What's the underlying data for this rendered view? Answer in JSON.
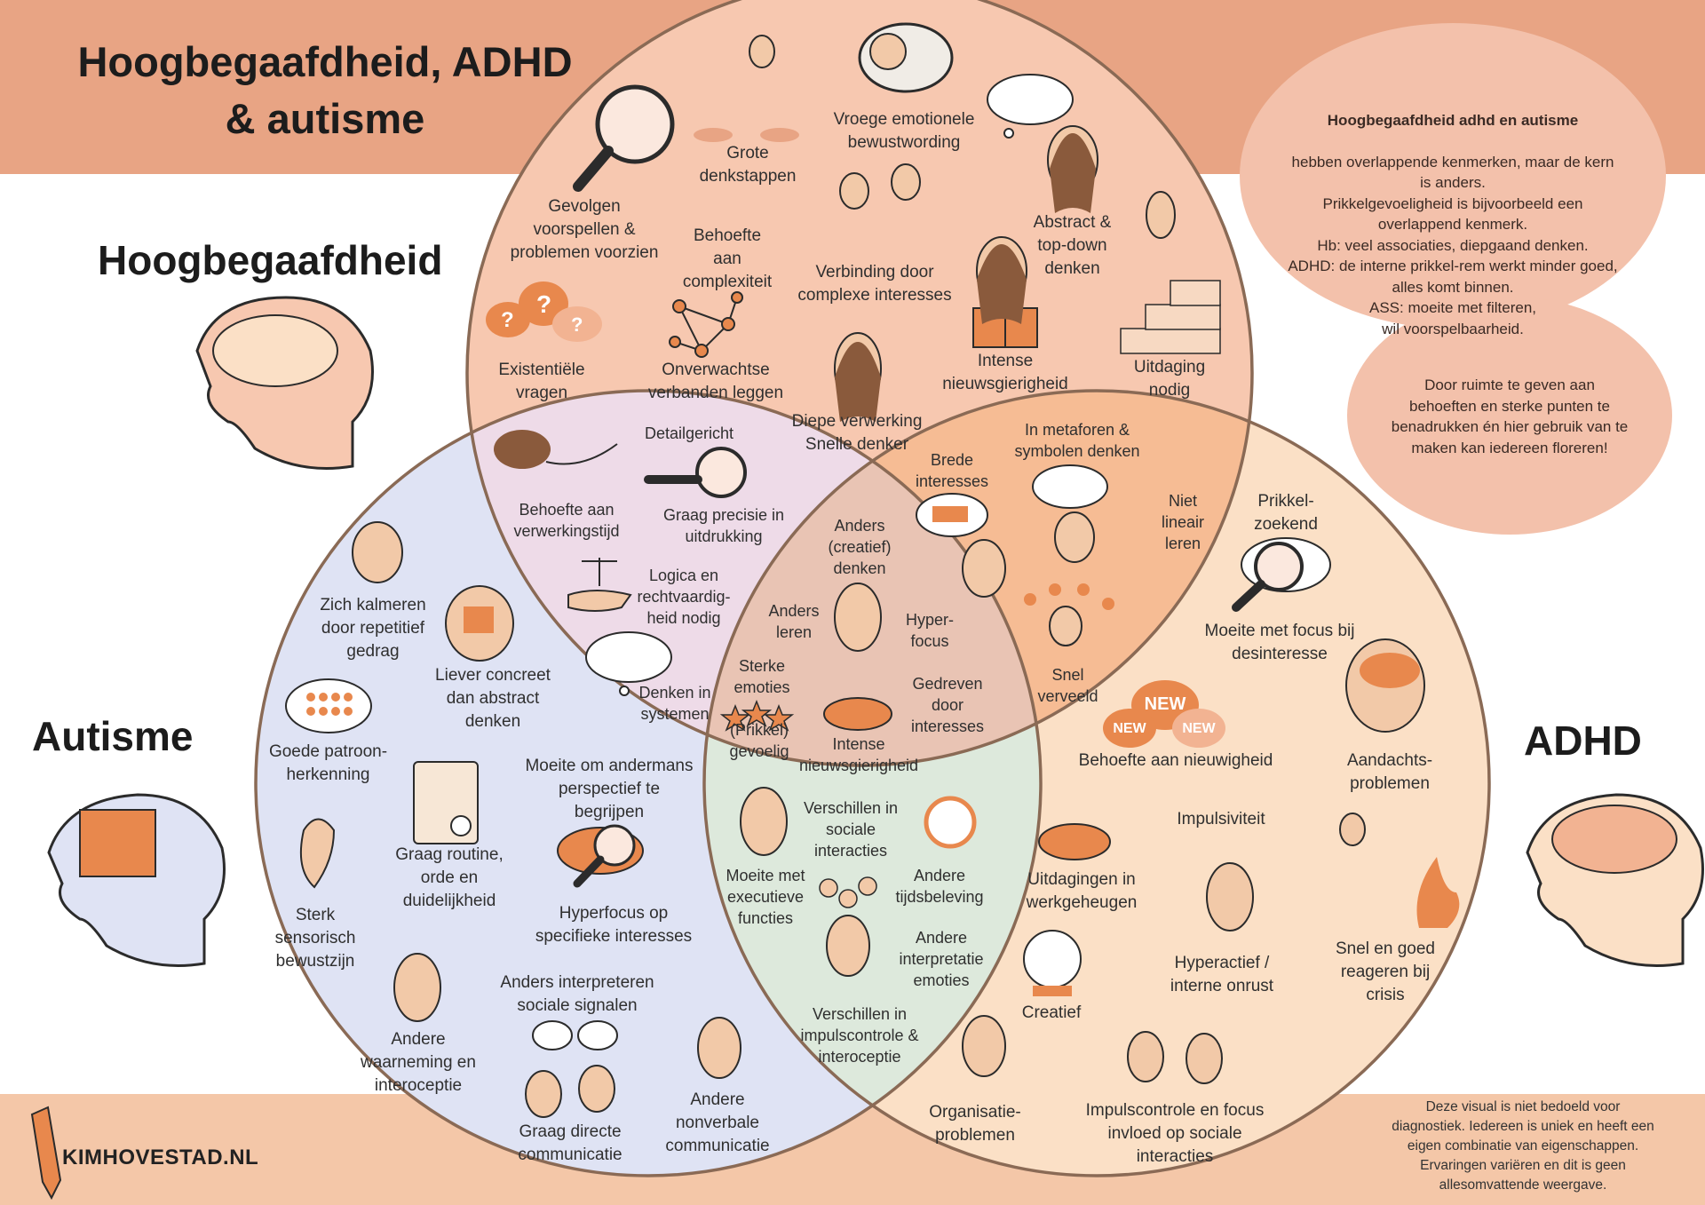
{
  "title": "Hoogbegaafdheid, ADHD\n& autisme",
  "circles": {
    "hb": {
      "label": "Hoogbegaafdheid",
      "color": "#f7c8b0"
    },
    "autisme": {
      "label": "Autisme",
      "color": "#dfe3f4"
    },
    "adhd": {
      "label": "ADHD",
      "color": "#fbe0c6"
    }
  },
  "overlap_colors": {
    "hb_autisme": "#eedbe8",
    "hb_adhd": "#f6bc94",
    "autisme_adhd": "#dde9dc",
    "all": "#e9c4b4"
  },
  "hb_items": [
    "Grote\ndenkstappen",
    "Vroege emotionele\nbewustwording",
    "Gevolgen\nvoorspellen &\nproblemen voorzien",
    "Behoefte\naan\ncomplexiteit",
    "Verbinding door\ncomplexe interesses",
    "Abstract &\ntop-down\ndenken",
    "Existentiële\nvragen",
    "Onverwachtse\nverbanden leggen",
    "Intense\nnieuwsgierigheid",
    "Uitdaging\nnodig",
    "Diepe verwerking\nSnelle denker"
  ],
  "hb_autisme_items": [
    "Detailgericht",
    "Behoefte aan\nverwerkingstijd",
    "Graag precisie in\nuitdrukking",
    "Logica en\nrechtvaardig-\nheid nodig",
    "Denken in\nsystemen"
  ],
  "hb_adhd_items": [
    "In metaforen &\nsymbolen denken",
    "Brede\ninteresses",
    "Niet\nlineair\nleren",
    "Snel\nverveeld"
  ],
  "center_items": [
    "Anders\n(creatief)\ndenken",
    "Anders\nleren",
    "Hyper-\nfocus",
    "Sterke\nemoties",
    "(Prikkel)\ngevoelig",
    "Gedreven\ndoor\ninteresses",
    "Intense\nnieuwsgierigheid"
  ],
  "autisme_items": [
    "Zich kalmeren\ndoor repetitief\ngedrag",
    "Liever concreet\ndan abstract\ndenken",
    "Goede patroon-\nherkenning",
    "Moeite om andermans\nperspectief te\nbegrijpen",
    "Graag routine,\norde en\nduidelijkheid",
    "Sterk\nsensorisch\nbewustzijn",
    "Hyperfocus op\nspecifieke interesses",
    "Anders interpreteren\nsociale signalen",
    "Andere\nwaarneming en\ninteroceptie",
    "Graag directe\ncommunicatie",
    "Andere\nnonverbale\ncommunicatie"
  ],
  "autisme_adhd_items": [
    "Verschillen in\nsociale\ninteracties",
    "Moeite met\nexecutieve\nfuncties",
    "Andere\ntijdsbeleving",
    "Andere\ninterpretatie\nemoties",
    "Verschillen in\nimpulscontrole &\ninteroceptie"
  ],
  "adhd_items": [
    "Prikkel-\nzoekend",
    "Moeite met focus bij\ndesinteresse",
    "Behoefte aan nieuwigheid",
    "Aandachts-\nproblemen",
    "Impulsiviteit",
    "Uitdagingen in\nwerkgeheugen",
    "Snel en goed\nreageren bij\ncrisis",
    "Hyperactief /\ninterne onrust",
    "Creatief",
    "Organisatie-\nproblemen",
    "Impulscontrole en focus\ninvloed op sociale\ninteracties"
  ],
  "new_badges": [
    "NEW",
    "NEW",
    "NEW"
  ],
  "info_bubble": {
    "title": "Hoogbegaafdheid adhd en autisme",
    "body": "hebben overlappende kenmerken, maar de kern\nis anders.\nPrikkelgevoeligheid is bijvoorbeeld een\noverlappend kenmerk.\nHb: veel associaties, diepgaand denken.\nADHD: de interne prikkel-rem werkt minder goed,\nalles komt binnen.\nASS: moeite met filteren,\nwil voorspelbaarheid."
  },
  "info_bubble_2": "Door ruimte te geven aan\nbehoeften en sterke punten te\nbenadrukken én hier gebruik van te\nmaken kan iedereen floreren!",
  "disclaimer": "Deze visual is niet bedoeld voor\ndiagnostiek. Iedereen is uniek en heeft een\neigen combinatie van eigenschappen.\nErvaringen variëren en dit is geen\nallesomvattende weergave.",
  "logo": "KIMHOVESTAD.NL"
}
